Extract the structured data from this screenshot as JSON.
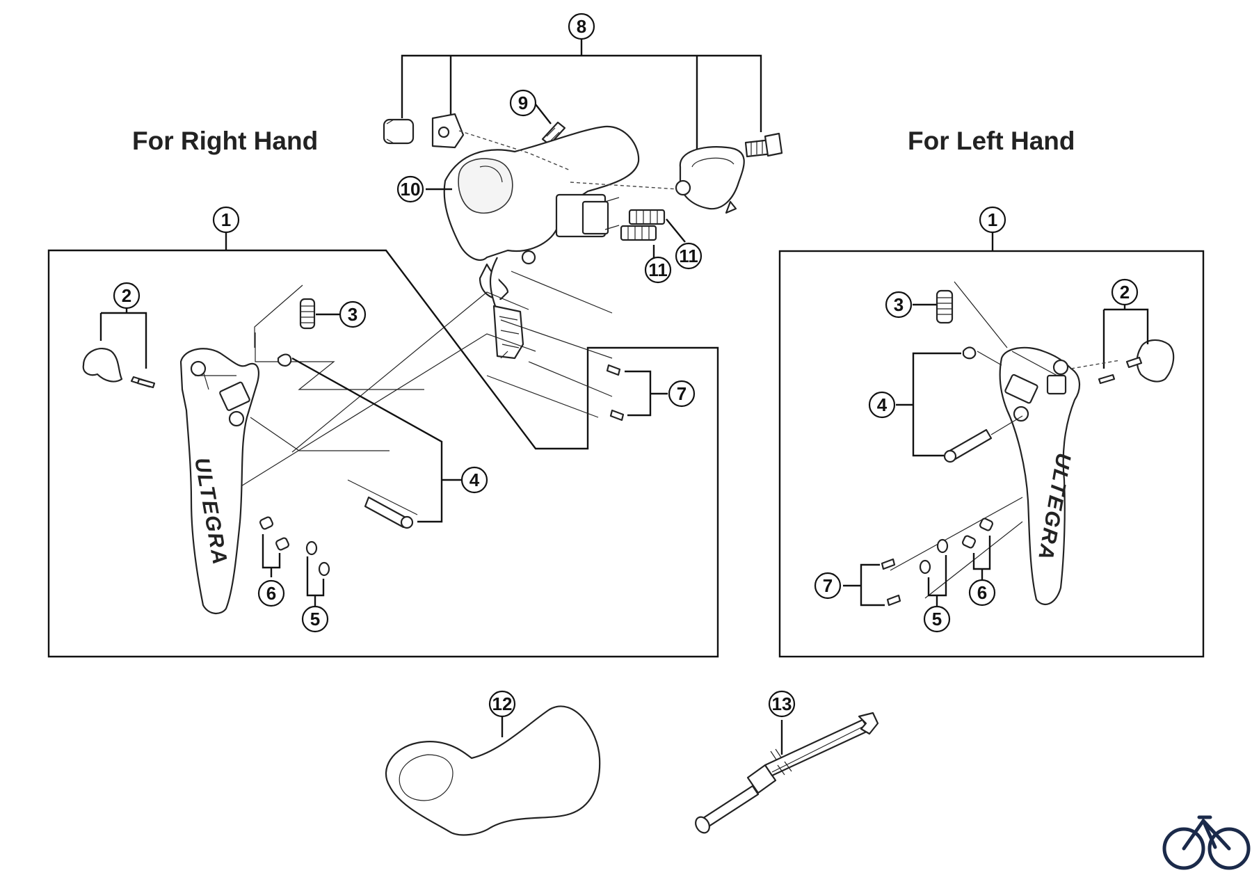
{
  "headings": {
    "right_hand": "For Right Hand",
    "left_hand": "For Left Hand"
  },
  "brand_marks": {
    "right_lever": "ULTEGRA",
    "left_lever": "ULTEGRA"
  },
  "callouts": {
    "c8": "8",
    "c9": "9",
    "c10": "10",
    "c11a": "11",
    "c11b": "11",
    "r1": "1",
    "r2": "2",
    "r3": "3",
    "r4": "4",
    "r5": "5",
    "r6": "6",
    "r7": "7",
    "l1": "1",
    "l2": "2",
    "l3": "3",
    "l4": "4",
    "l5": "5",
    "l6": "6",
    "l7": "7",
    "c12": "12",
    "c13": "13"
  },
  "icons": {
    "corner_logo": "bicycle-icon"
  },
  "colors": {
    "line": "#111111",
    "logo": "#1b2a4a"
  }
}
